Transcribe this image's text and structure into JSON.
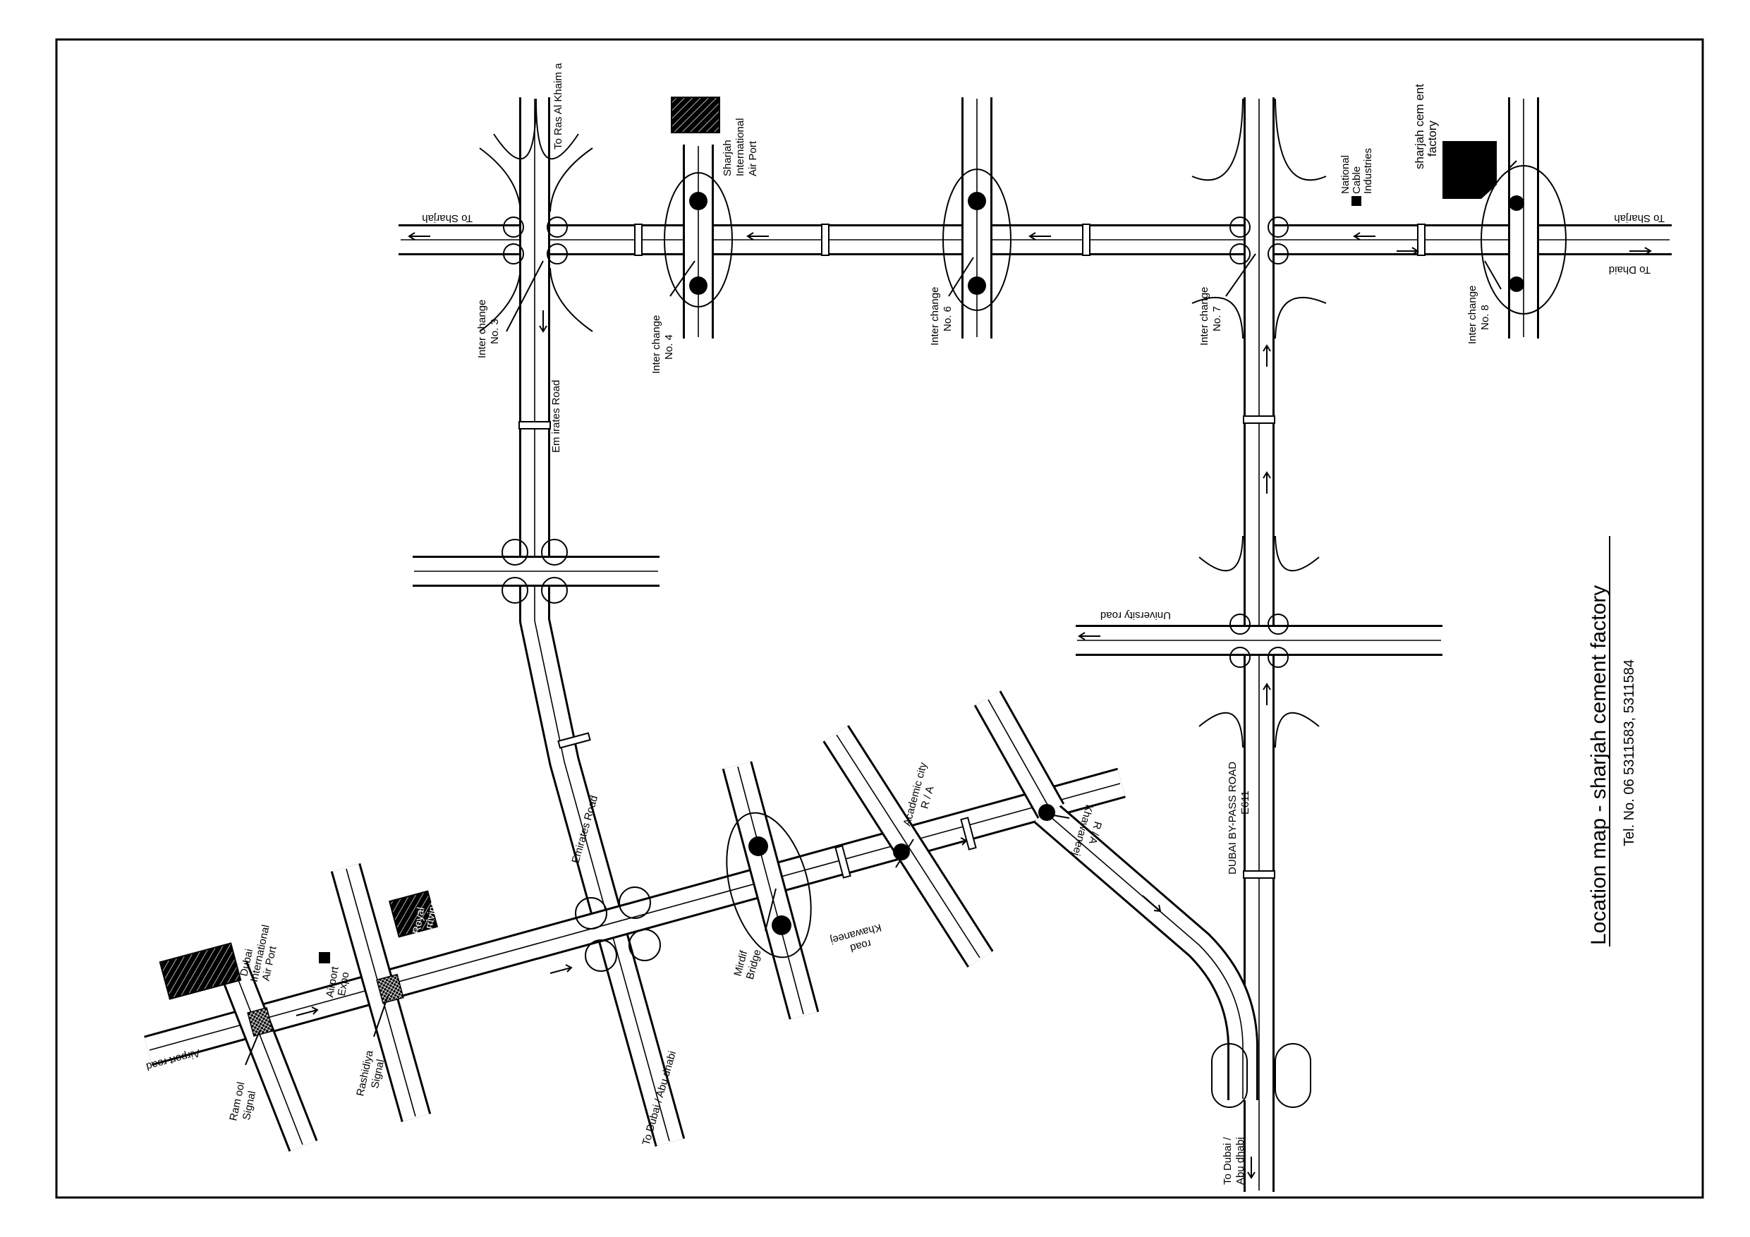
{
  "title": "Location map - sharjah cement factory",
  "phone": "Tel. No. 06 5311583, 5311584",
  "labels": {
    "to_ras_al_khaima": "To Ras Al Khaim a",
    "sharjah_airport": [
      "Sharjah",
      "International",
      "Air Port"
    ],
    "to_sharjah_left": "To Sharjah",
    "to_sharjah_right": "To Sharjah",
    "to_dhaid": "To Dhaid",
    "ic3": [
      "Inter change",
      "No. 3"
    ],
    "ic4": [
      "Inter change",
      "No. 4"
    ],
    "ic6": [
      "Inter change",
      "No. 6"
    ],
    "ic7": [
      "Inter change",
      "No. 7"
    ],
    "ic8": [
      "Inter change",
      "No. 8"
    ],
    "national_cable": [
      "National",
      "Cable",
      "Industries"
    ],
    "cement_factory": [
      "sharjah cem ent",
      "factory"
    ],
    "emirates_road_1": "Em irates Road",
    "emirates_road_2": "Emirates Road",
    "university_road": "University road",
    "bypass_road": [
      "DUBAI BY-PASS ROAD",
      "E611"
    ],
    "academic_city": [
      "Academic city",
      "R / A"
    ],
    "khawaneej_ra": [
      "Khawaneej",
      "R / A"
    ],
    "khawaneej_road": [
      "Khawaneej",
      "road"
    ],
    "mirdif_bridge": [
      "Mirdif",
      "Bridge"
    ],
    "royal_arriving": [
      "Royal",
      "Arriving"
    ],
    "airport_expo": [
      "Airport",
      "Expo"
    ],
    "dubai_airport": [
      "Dubai",
      "International",
      "Air Port"
    ],
    "airport_road": "Airport road",
    "ramool_signal": [
      "Ram ool",
      "Signal"
    ],
    "rashidiya_signal": [
      "Rashidiya",
      "Signal"
    ],
    "to_dubai_abu_dhabi_1": "To Dubai / Abu dhabi",
    "to_dubai_abu_dhabi_2": [
      "To Dubai /",
      "Abu dhabi"
    ]
  }
}
